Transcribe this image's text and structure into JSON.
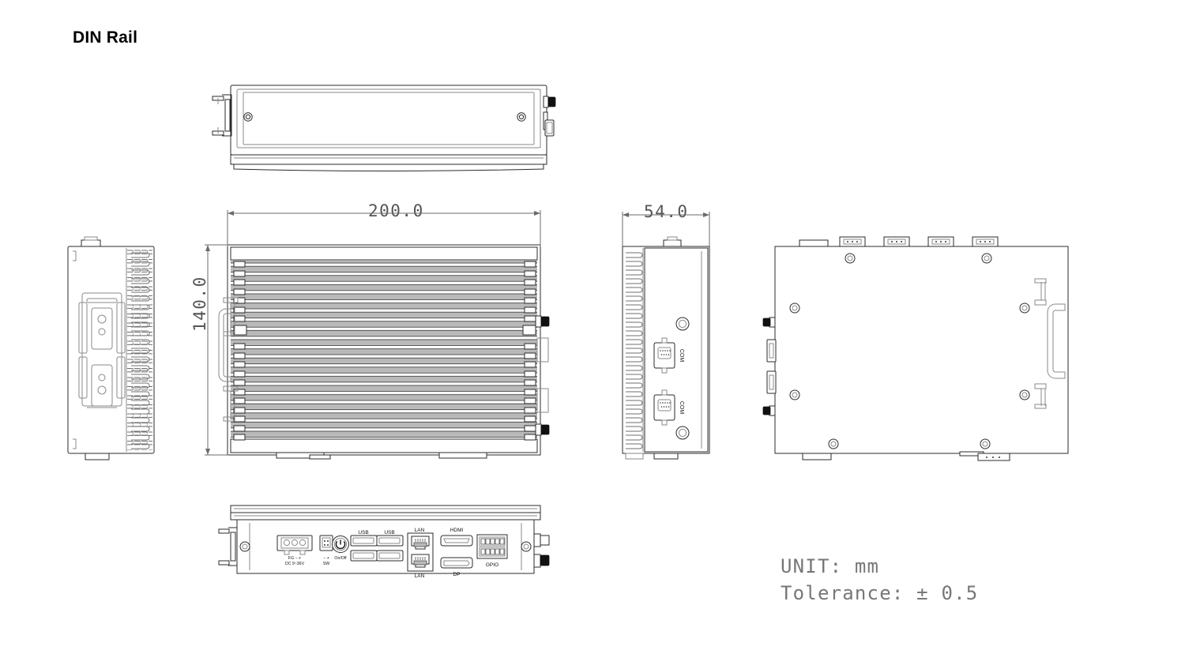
{
  "title": "DIN Rail",
  "dimensions": {
    "width_mm": "200.0",
    "height_mm": "140.0",
    "depth_mm": "54.0"
  },
  "notes": {
    "unit": "UNIT: mm",
    "tolerance": "Tolerance: ± 0.5"
  },
  "io_panel": {
    "power_terminal": {
      "pins": "FG − +",
      "rating": "DC 9~36V"
    },
    "switch_header": {
      "pins": "− +",
      "label": "SW"
    },
    "power_button": "On/Off",
    "usb_left": "USB",
    "usb_right": "USB",
    "lan_top": "LAN",
    "lan_bottom": "LAN",
    "hdmi": "HDMI",
    "dp": "DP",
    "gpio": "GPIO"
  },
  "side_panel": {
    "com_top": "COM",
    "com_bottom": "COM"
  },
  "views": {
    "top": "top-view",
    "left_side": "left-side-view",
    "front": "front-view",
    "right_side": "right-side-view",
    "bottom": "bottom-view",
    "io": "io-panel-view"
  },
  "colors": {
    "line": "#2b2b2b",
    "light_line": "#8a8a8a",
    "fin_fill": "#b9b9b9",
    "dim_text": "#555555",
    "note_text": "#777777"
  }
}
